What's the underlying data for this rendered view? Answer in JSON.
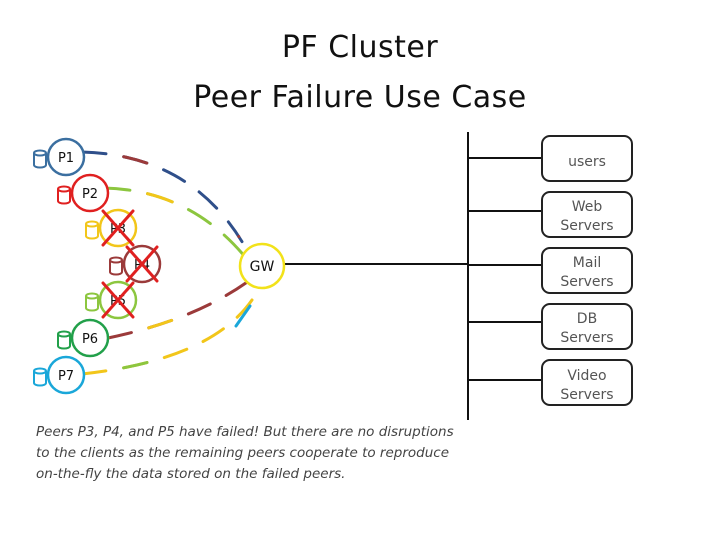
{
  "title": {
    "line1": "PF Cluster",
    "line2": "Peer Failure Use Case"
  },
  "gateway": {
    "label": "GW",
    "color": "#f2e21a"
  },
  "peers": [
    {
      "label": "P1",
      "color": "#3b6fa0",
      "failed": false
    },
    {
      "label": "P2",
      "color": "#e02020",
      "failed": false
    },
    {
      "label": "P3",
      "color": "#f2c61a",
      "failed": true
    },
    {
      "label": "P4",
      "color": "#9b3a3a",
      "failed": true
    },
    {
      "label": "P5",
      "color": "#8cc63f",
      "failed": true
    },
    {
      "label": "P6",
      "color": "#22a04a",
      "failed": false
    },
    {
      "label": "P7",
      "color": "#1aa7d9",
      "failed": false
    }
  ],
  "services": [
    {
      "line1": "users",
      "line2": ""
    },
    {
      "line1": "Web",
      "line2": "Servers"
    },
    {
      "line1": "Mail",
      "line2": "Servers"
    },
    {
      "line1": "DB",
      "line2": "Servers"
    },
    {
      "line1": "Video",
      "line2": "Servers"
    }
  ],
  "colors": {
    "failure_mark": "#e02020",
    "dash_a": "#2f4f8a",
    "dash_b": "#8cc63f",
    "dash_c": "#f2c61a",
    "dash_d": "#9b3a3a",
    "dash_e": "#1aa7d9"
  },
  "icons": {
    "peer": "database-cylinder-icon",
    "failed": "red-x-icon"
  },
  "caption": "Peers P3, P4, and P5 have failed! But there are no disruptions to the clients as the remaining peers cooperate to reproduce on-the-fly the data stored on the failed peers."
}
